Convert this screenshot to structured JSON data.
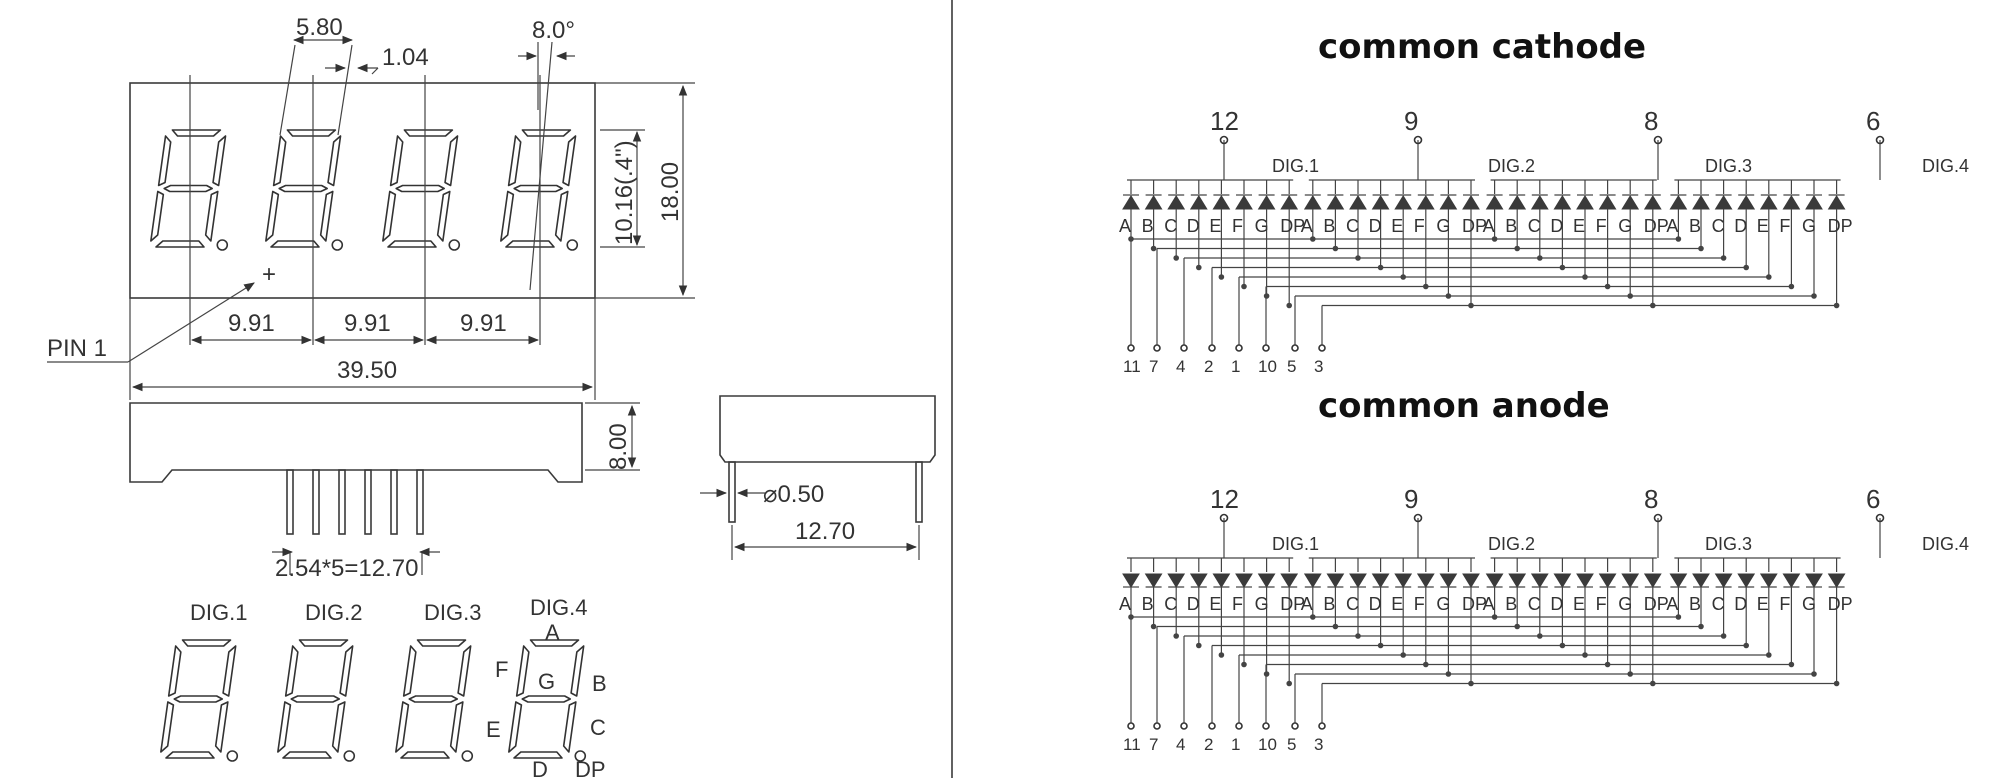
{
  "dimensions": {
    "segment_width": "5.80",
    "segment_gap": "1.04",
    "slant_angle": "8.0°",
    "digit_height": "10.16(.4\")",
    "body_height": "18.00",
    "digit_pitch": [
      "9.91",
      "9.91",
      "9.91"
    ],
    "body_width": "39.50",
    "pin1_label": "PIN 1",
    "pin1_marker": "+",
    "side_height": "8.00",
    "pin_pitch": "2.54*5=12.70",
    "pin_diameter": "⌀0.50",
    "row_spacing": "12.70"
  },
  "digit_labels": [
    "DIG.1",
    "DIG.2",
    "DIG.3",
    "DIG.4"
  ],
  "segment_labels": {
    "a": "A",
    "b": "B",
    "c": "C",
    "d": "D",
    "e": "E",
    "f": "F",
    "g": "G",
    "dp": "DP"
  },
  "schematics": [
    {
      "title": "common cathode",
      "common_pins": [
        "12",
        "9",
        "8",
        "6"
      ],
      "digit_labels": [
        "DIG.1",
        "DIG.2",
        "DIG.3",
        "DIG.4"
      ],
      "segments": [
        "A",
        "B",
        "C",
        "D",
        "E",
        "F",
        "G",
        "DP"
      ],
      "bottom_pins": [
        "11",
        "7",
        "4",
        "2",
        "1",
        "10",
        "5",
        "3"
      ]
    },
    {
      "title": "common anode",
      "common_pins": [
        "12",
        "9",
        "8",
        "6"
      ],
      "digit_labels": [
        "DIG.1",
        "DIG.2",
        "DIG.3",
        "DIG.4"
      ],
      "segments": [
        "A",
        "B",
        "C",
        "D",
        "E",
        "F",
        "G",
        "DP"
      ],
      "bottom_pins": [
        "11",
        "7",
        "4",
        "2",
        "1",
        "10",
        "5",
        "3"
      ]
    }
  ]
}
